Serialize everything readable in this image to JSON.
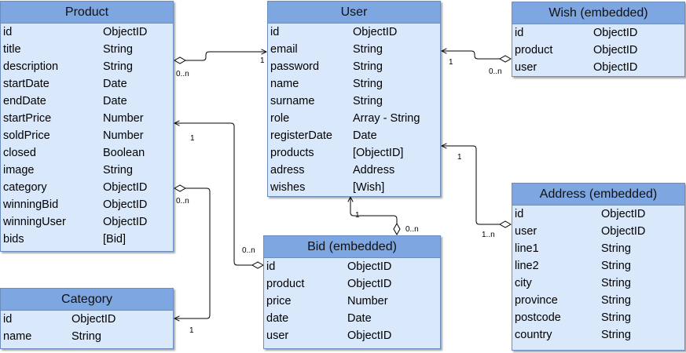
{
  "entities": {
    "product": {
      "title": "Product",
      "fields": [
        {
          "name": "id",
          "type": "ObjectID"
        },
        {
          "name": "title",
          "type": "String"
        },
        {
          "name": "description",
          "type": "String"
        },
        {
          "name": "startDate",
          "type": "Date"
        },
        {
          "name": "endDate",
          "type": "Date"
        },
        {
          "name": "startPrice",
          "type": "Number"
        },
        {
          "name": "soldPrice",
          "type": "Number"
        },
        {
          "name": "closed",
          "type": "Boolean"
        },
        {
          "name": "image",
          "type": "String"
        },
        {
          "name": "category",
          "type": "ObjectID"
        },
        {
          "name": "winningBid",
          "type": "ObjectID"
        },
        {
          "name": "winningUser",
          "type": "ObjectID"
        },
        {
          "name": "bids",
          "type": "[Bid]"
        }
      ]
    },
    "user": {
      "title": "User",
      "fields": [
        {
          "name": "id",
          "type": "ObjectID"
        },
        {
          "name": "email",
          "type": "String"
        },
        {
          "name": "password",
          "type": "String"
        },
        {
          "name": "name",
          "type": "String"
        },
        {
          "name": "surname",
          "type": "String"
        },
        {
          "name": "role",
          "type": "Array - String"
        },
        {
          "name": "registerDate",
          "type": "Date"
        },
        {
          "name": "products",
          "type": "[ObjectID]"
        },
        {
          "name": "adress",
          "type": "Address"
        },
        {
          "name": "wishes",
          "type": "[Wish]"
        }
      ]
    },
    "wish": {
      "title": "Wish (embedded)",
      "fields": [
        {
          "name": "id",
          "type": "ObjectID"
        },
        {
          "name": "product",
          "type": "ObjectID"
        },
        {
          "name": "user",
          "type": "ObjectID"
        }
      ]
    },
    "address": {
      "title": "Address (embedded)",
      "fields": [
        {
          "name": "id",
          "type": "ObjectID"
        },
        {
          "name": "user",
          "type": "ObjectID"
        },
        {
          "name": "line1",
          "type": "String"
        },
        {
          "name": "line2",
          "type": "String"
        },
        {
          "name": "city",
          "type": "String"
        },
        {
          "name": "province",
          "type": "String"
        },
        {
          "name": "postcode",
          "type": "String"
        },
        {
          "name": "country",
          "type": "String"
        }
      ]
    },
    "bid": {
      "title": "Bid (embedded)",
      "fields": [
        {
          "name": "id",
          "type": "ObjectID"
        },
        {
          "name": "product",
          "type": "ObjectID"
        },
        {
          "name": "price",
          "type": "Number"
        },
        {
          "name": "date",
          "type": "Date"
        },
        {
          "name": "user",
          "type": "ObjectID"
        }
      ]
    },
    "category": {
      "title": "Category",
      "fields": [
        {
          "name": "id",
          "type": "ObjectID"
        },
        {
          "name": "name",
          "type": "String"
        }
      ]
    }
  },
  "cardinality": {
    "product_user_many": "0..n",
    "product_user_one": "1",
    "wish_user_many": "0..n",
    "wish_user_one": "1",
    "bid_product_many": "0..n",
    "bid_product_one": "1",
    "bid_user_many": "0..n",
    "bid_user_one": "1",
    "address_user_many": "1..n",
    "address_user_one": "1",
    "category_product_many": "0..n",
    "category_product_one": "1"
  }
}
